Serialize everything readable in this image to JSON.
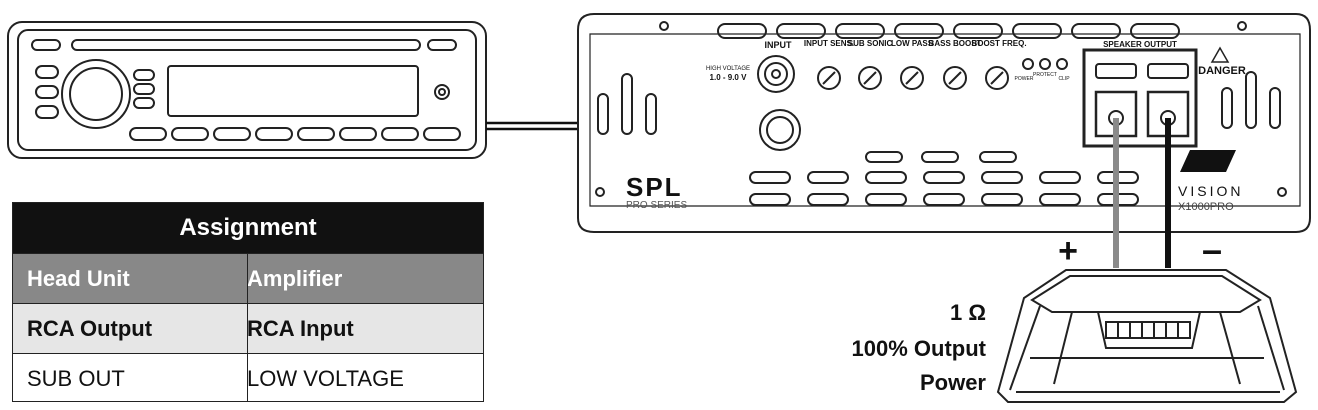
{
  "amplifier": {
    "input_labels": [
      "INPUT",
      "INPUT SENS.",
      "SUB SONIC",
      "LOW PASS",
      "BASS BOOST",
      "BOOST FREQ."
    ],
    "voltage_caption": "HIGH VOLTAGE",
    "voltage_range": "1.0 - 9.0 V",
    "speaker_output_label": "SPEAKER OUTPUT",
    "danger_label": "DANGER",
    "brand_logo": "SPL",
    "series": "PRO SERIES",
    "model_brand": "VISION",
    "model": "X1000PRO",
    "led_labels": [
      "POWER",
      "PROTECT",
      "CLIP"
    ]
  },
  "polarity": {
    "plus": "+",
    "minus": "–"
  },
  "speaker_spec": {
    "impedance": "1 Ω",
    "output_line1": "100% Output",
    "output_line2": "Power"
  },
  "table": {
    "header": "Assignment",
    "rows": [
      [
        "Head Unit",
        "Amplifier"
      ],
      [
        "RCA Output",
        "RCA Input"
      ],
      [
        "SUB OUT",
        "LOW VOLTAGE"
      ]
    ]
  },
  "colors": {
    "header_bg": "#111111",
    "row1_bg": "#888888",
    "row2_bg": "#e6e6e6",
    "wire_plus": "#8a8a8a",
    "wire_minus": "#111111"
  }
}
